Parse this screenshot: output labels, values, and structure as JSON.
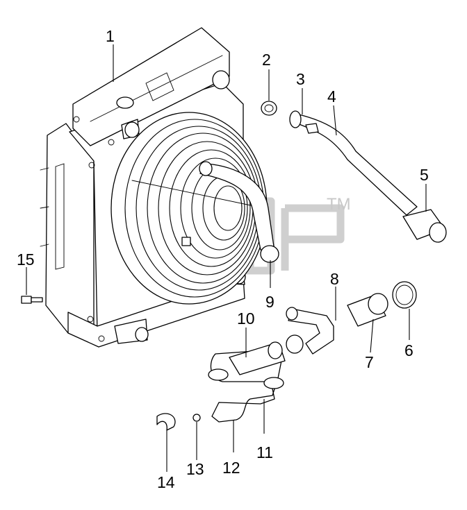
{
  "callouts": [
    {
      "id": "1",
      "text": "1"
    },
    {
      "id": "2",
      "text": "2"
    },
    {
      "id": "3",
      "text": "3"
    },
    {
      "id": "4",
      "text": "4"
    },
    {
      "id": "5",
      "text": "5"
    },
    {
      "id": "6",
      "text": "6"
    },
    {
      "id": "7",
      "text": "7"
    },
    {
      "id": "8",
      "text": "8"
    },
    {
      "id": "9",
      "text": "9"
    },
    {
      "id": "10",
      "text": "10"
    },
    {
      "id": "11",
      "text": "11"
    },
    {
      "id": "12",
      "text": "12"
    },
    {
      "id": "13",
      "text": "13"
    },
    {
      "id": "14",
      "text": "14"
    },
    {
      "id": "15",
      "text": "15"
    }
  ],
  "watermark": {
    "mark": "TM"
  }
}
